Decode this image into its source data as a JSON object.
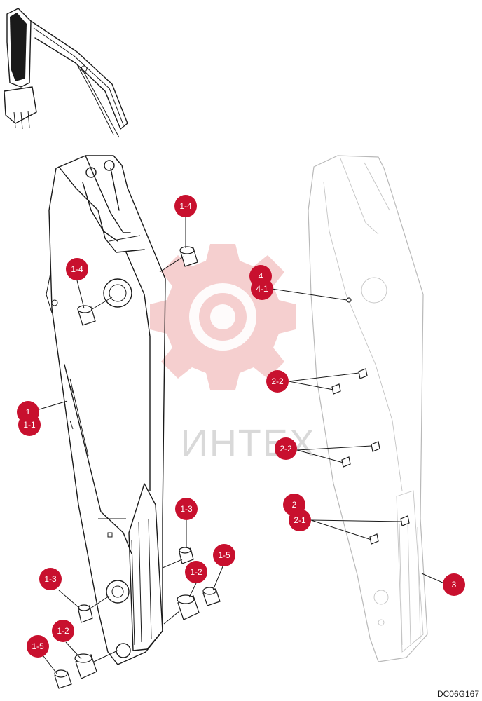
{
  "watermark": {
    "text": "ИНТЕХ",
    "color": "#e8a0a0"
  },
  "drawing_code": "DC06G167",
  "callout_color": "#c8102e",
  "callouts": [
    {
      "id": "c-1-4-top",
      "label": "1-4"
    },
    {
      "id": "c-1-4-left",
      "label": "1-4"
    },
    {
      "id": "c-1",
      "label": "1"
    },
    {
      "id": "c-1-1",
      "label": "1-1"
    },
    {
      "id": "c-1-3-right",
      "label": "1-3"
    },
    {
      "id": "c-1-5-right",
      "label": "1-5"
    },
    {
      "id": "c-1-2-right",
      "label": "1-2"
    },
    {
      "id": "c-1-3-left",
      "label": "1-3"
    },
    {
      "id": "c-1-2-left",
      "label": "1-2"
    },
    {
      "id": "c-1-5-left",
      "label": "1-5"
    },
    {
      "id": "c-4",
      "label": "4"
    },
    {
      "id": "c-4-1",
      "label": "4-1"
    },
    {
      "id": "c-2-2-upper",
      "label": "2-2"
    },
    {
      "id": "c-2-2-lower",
      "label": "2-2"
    },
    {
      "id": "c-2",
      "label": "2"
    },
    {
      "id": "c-2-1",
      "label": "2-1"
    },
    {
      "id": "c-3",
      "label": "3"
    }
  ]
}
